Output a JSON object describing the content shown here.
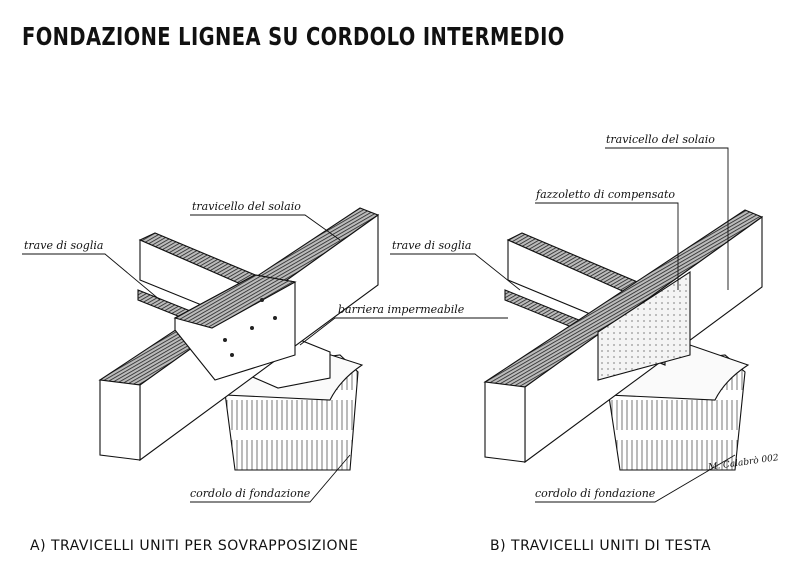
{
  "title": "FONDAZIONE LIGNEA SU CORDOLO INTERMEDIO",
  "panel_a": {
    "caption": "A) TRAVICELLI UNITI PER SOVRAPPOSIZIONE",
    "labels": {
      "joist": "travicello del solaio",
      "sill": "trave di soglia",
      "barrier": "barriera impermeabile",
      "foundation": "cordolo di fondazione"
    }
  },
  "panel_b": {
    "caption": "B) TRAVICELLI UNITI DI TESTA",
    "labels": {
      "joist": "travicello del solaio",
      "gusset": "fazzoletto di compensato",
      "sill": "trave di soglia",
      "foundation": "cordolo di fondazione"
    }
  },
  "signature": "M. Calabrò 002"
}
